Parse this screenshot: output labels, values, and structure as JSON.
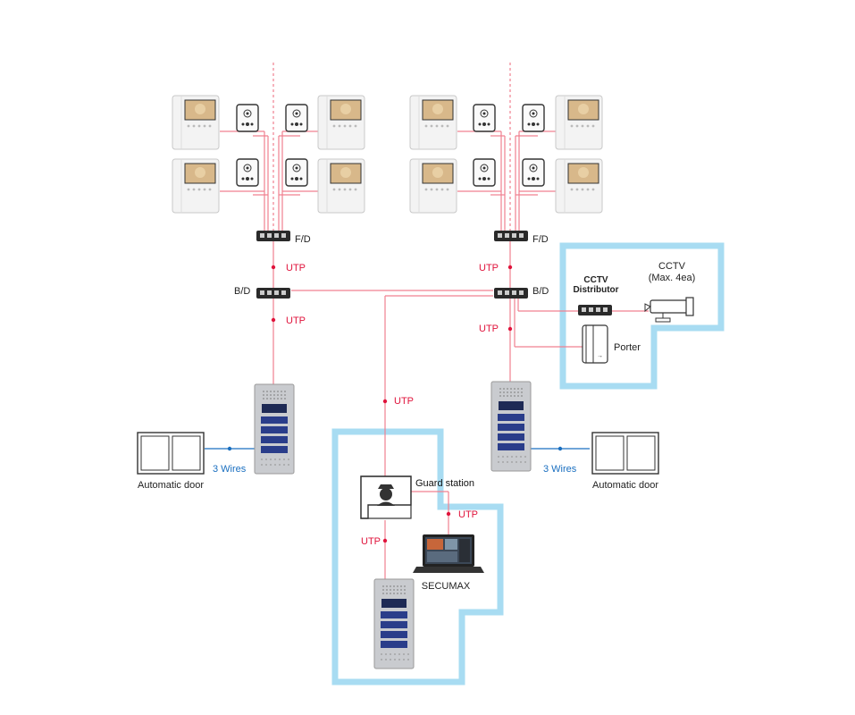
{
  "labels": {
    "fd": "F/D",
    "bd": "B/D",
    "utp": "UTP",
    "cctv_distributor_line1": "CCTV",
    "cctv_distributor_line2": "Distributor",
    "cctv_line1": "CCTV",
    "cctv_line2": "(Max. 4ea)",
    "porter": "Porter",
    "guard_station": "Guard station",
    "secumax": "SECUMAX",
    "three_wires": "3 Wires",
    "automatic_door": "Automatic door"
  },
  "colors": {
    "utp_line": "#f08090",
    "utp_text": "#e0143c",
    "wire_blue": "#1a6fc0",
    "zone_outline": "#a8dcf2",
    "device_dark": "#2a2a2a"
  },
  "icons": {
    "monitor": "video-door-monitor-icon",
    "door_camera": "door-camera-icon",
    "distributor": "network-distributor-icon",
    "lobby_panel": "lobby-panel-icon",
    "automatic_door": "automatic-door-icon",
    "guard_station": "guard-station-icon",
    "laptop": "laptop-icon",
    "cctv_camera": "cctv-camera-icon",
    "porter": "porter-phone-icon"
  }
}
